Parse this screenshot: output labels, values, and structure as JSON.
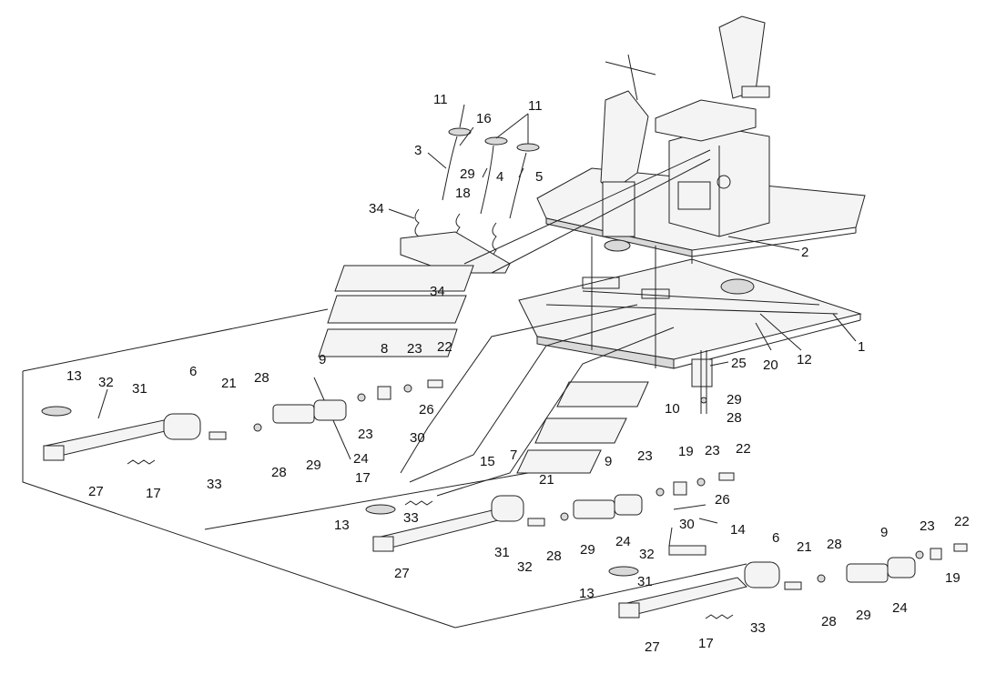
{
  "labels": {
    "l1": "1",
    "l2": "2",
    "l3": "3",
    "l4": "4",
    "l5": "5",
    "l6a": "6",
    "l6b": "6",
    "l7": "7",
    "l8": "8",
    "l9a": "9",
    "l9b": "9",
    "l9c": "9",
    "l10": "10",
    "l11a": "11",
    "l11b": "11",
    "l12": "12",
    "l13a": "13",
    "l13b": "13",
    "l13c": "13",
    "l14": "14",
    "l15": "15",
    "l16": "16",
    "l17a": "17",
    "l17b": "17",
    "l17c": "17",
    "l18": "18",
    "l19a": "19",
    "l19b": "19",
    "l20": "20",
    "l21a": "21",
    "l21b": "21",
    "l21c": "21",
    "l22a": "22",
    "l22b": "22",
    "l22c": "22",
    "l23a": "23",
    "l23b": "23",
    "l23c": "23",
    "l23d": "23",
    "l23e": "23",
    "l24a": "24",
    "l24b": "24",
    "l24c": "24",
    "l25": "25",
    "l26a": "26",
    "l26b": "26",
    "l27a": "27",
    "l27b": "27",
    "l27c": "27",
    "l28a": "28",
    "l28b": "28",
    "l28c": "28",
    "l28d": "28",
    "l28e": "28",
    "l28f": "28",
    "l29a": "29",
    "l29b": "29",
    "l29c": "29",
    "l29d": "29",
    "l29e": "29",
    "l30a": "30",
    "l30b": "30",
    "l31a": "31",
    "l31b": "31",
    "l31c": "31",
    "l32a": "32",
    "l32b": "32",
    "l32c": "32",
    "l33a": "33",
    "l33b": "33",
    "l33c": "33",
    "l34a": "34",
    "l34b": "34"
  }
}
